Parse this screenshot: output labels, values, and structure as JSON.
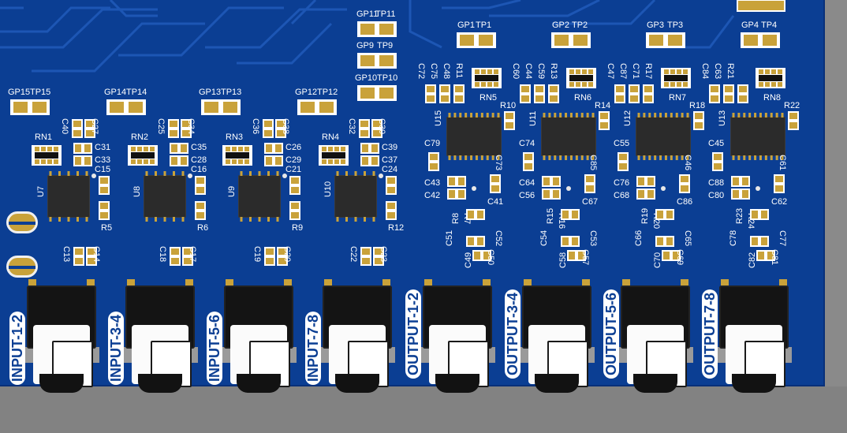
{
  "colors": {
    "board": "#0b3e93",
    "trace": "#1f59b8",
    "silk": "#ffffff",
    "pad_gold": "#c9a23a",
    "chip": "#2b2b2b",
    "jack_body": "#141414",
    "background": "#828282"
  },
  "testpoints": {
    "gp11": "GP11",
    "tp11": "TP11",
    "gp9": "GP9",
    "tp9": "TP9",
    "gp10": "GP10",
    "tp10": "TP10",
    "gp1": "GP1",
    "tp1": "TP1",
    "gp2": "GP2",
    "tp2": "TP2",
    "gp3": "GP3",
    "tp3": "TP3",
    "gp4": "GP4",
    "tp4": "TP4",
    "gp15": "GP15",
    "tp15": "TP15",
    "gp14": "GP14",
    "tp14": "TP14",
    "gp13": "GP13",
    "tp13": "TP13",
    "gp12": "GP12",
    "tp12": "TP12"
  },
  "input_channels": [
    {
      "rn": "RN1",
      "u": "U7",
      "c_a": "C40",
      "c_b": "C27",
      "c_c": "C31",
      "c_d": "C33",
      "c_e": "C15",
      "r": "R5",
      "c_f": "C13",
      "c_g": "C14"
    },
    {
      "rn": "RN2",
      "u": "U8",
      "c_a": "C25",
      "c_b": "C34",
      "c_c": "C35",
      "c_d": "C28",
      "c_e": "C16",
      "r": "R6",
      "c_f": "C18",
      "c_g": "C17"
    },
    {
      "rn": "RN3",
      "u": "U9",
      "c_a": "C36",
      "c_b": "C38",
      "c_c": "C26",
      "c_d": "C29",
      "c_e": "C21",
      "r": "R9",
      "c_f": "C19",
      "c_g": "C20"
    },
    {
      "rn": "RN4",
      "u": "U10",
      "c_a": "C32",
      "c_b": "C30",
      "c_c": "C39",
      "c_d": "C37",
      "c_e": "C24",
      "r": "R12",
      "c_f": "C22",
      "c_g": "C23"
    }
  ],
  "output_channels": [
    {
      "rn": "RN5",
      "u": "U15",
      "c_a": "C72",
      "c_b": "C75",
      "c_c": "C48",
      "r_a": "R11",
      "r_b": "R10",
      "c_d": "C79",
      "c_e": "C73",
      "c_f": "C43",
      "c_g": "C42",
      "c_h": "C41",
      "r_c": "R8",
      "r_d": "R7",
      "c_i": "C51",
      "c_j": "C52",
      "c_k": "C49",
      "c_l": "C50"
    },
    {
      "rn": "RN6",
      "u": "U11",
      "c_a": "C60",
      "c_b": "C44",
      "c_c": "C59",
      "r_a": "R13",
      "r_b": "R14",
      "c_d": "C74",
      "c_e": "C85",
      "c_f": "C64",
      "c_g": "C56",
      "c_h": "C67",
      "r_c": "R15",
      "r_d": "R16",
      "c_i": "C54",
      "c_j": "C53",
      "c_k": "C58",
      "c_l": "C57"
    },
    {
      "rn": "RN7",
      "u": "U12",
      "c_a": "C47",
      "c_b": "C87",
      "c_c": "C71",
      "r_a": "R17",
      "r_b": "R18",
      "c_d": "C55",
      "c_e": "C46",
      "c_f": "C76",
      "c_g": "C68",
      "c_h": "C86",
      "r_c": "R19",
      "r_d": "R20",
      "c_i": "C66",
      "c_j": "C65",
      "c_k": "C70",
      "c_l": "C69"
    },
    {
      "rn": "RN8",
      "u": "U13",
      "c_a": "C84",
      "c_b": "C63",
      "c_c": "R21",
      "r_a": "",
      "r_b": "R22",
      "c_d": "C45",
      "c_e": "C61",
      "c_f": "C88",
      "c_g": "C80",
      "c_h": "C62",
      "r_c": "R23",
      "r_d": "R24",
      "c_i": "C78",
      "c_j": "C77",
      "c_k": "C82",
      "c_l": "C81"
    }
  ],
  "jacks": [
    "INPUT-1-2",
    "INPUT-3-4",
    "INPUT-5-6",
    "INPUT-7-8",
    "OUTPUT-1-2",
    "OUTPUT-3-4",
    "OUTPUT-5-6",
    "OUTPUT-7-8"
  ]
}
